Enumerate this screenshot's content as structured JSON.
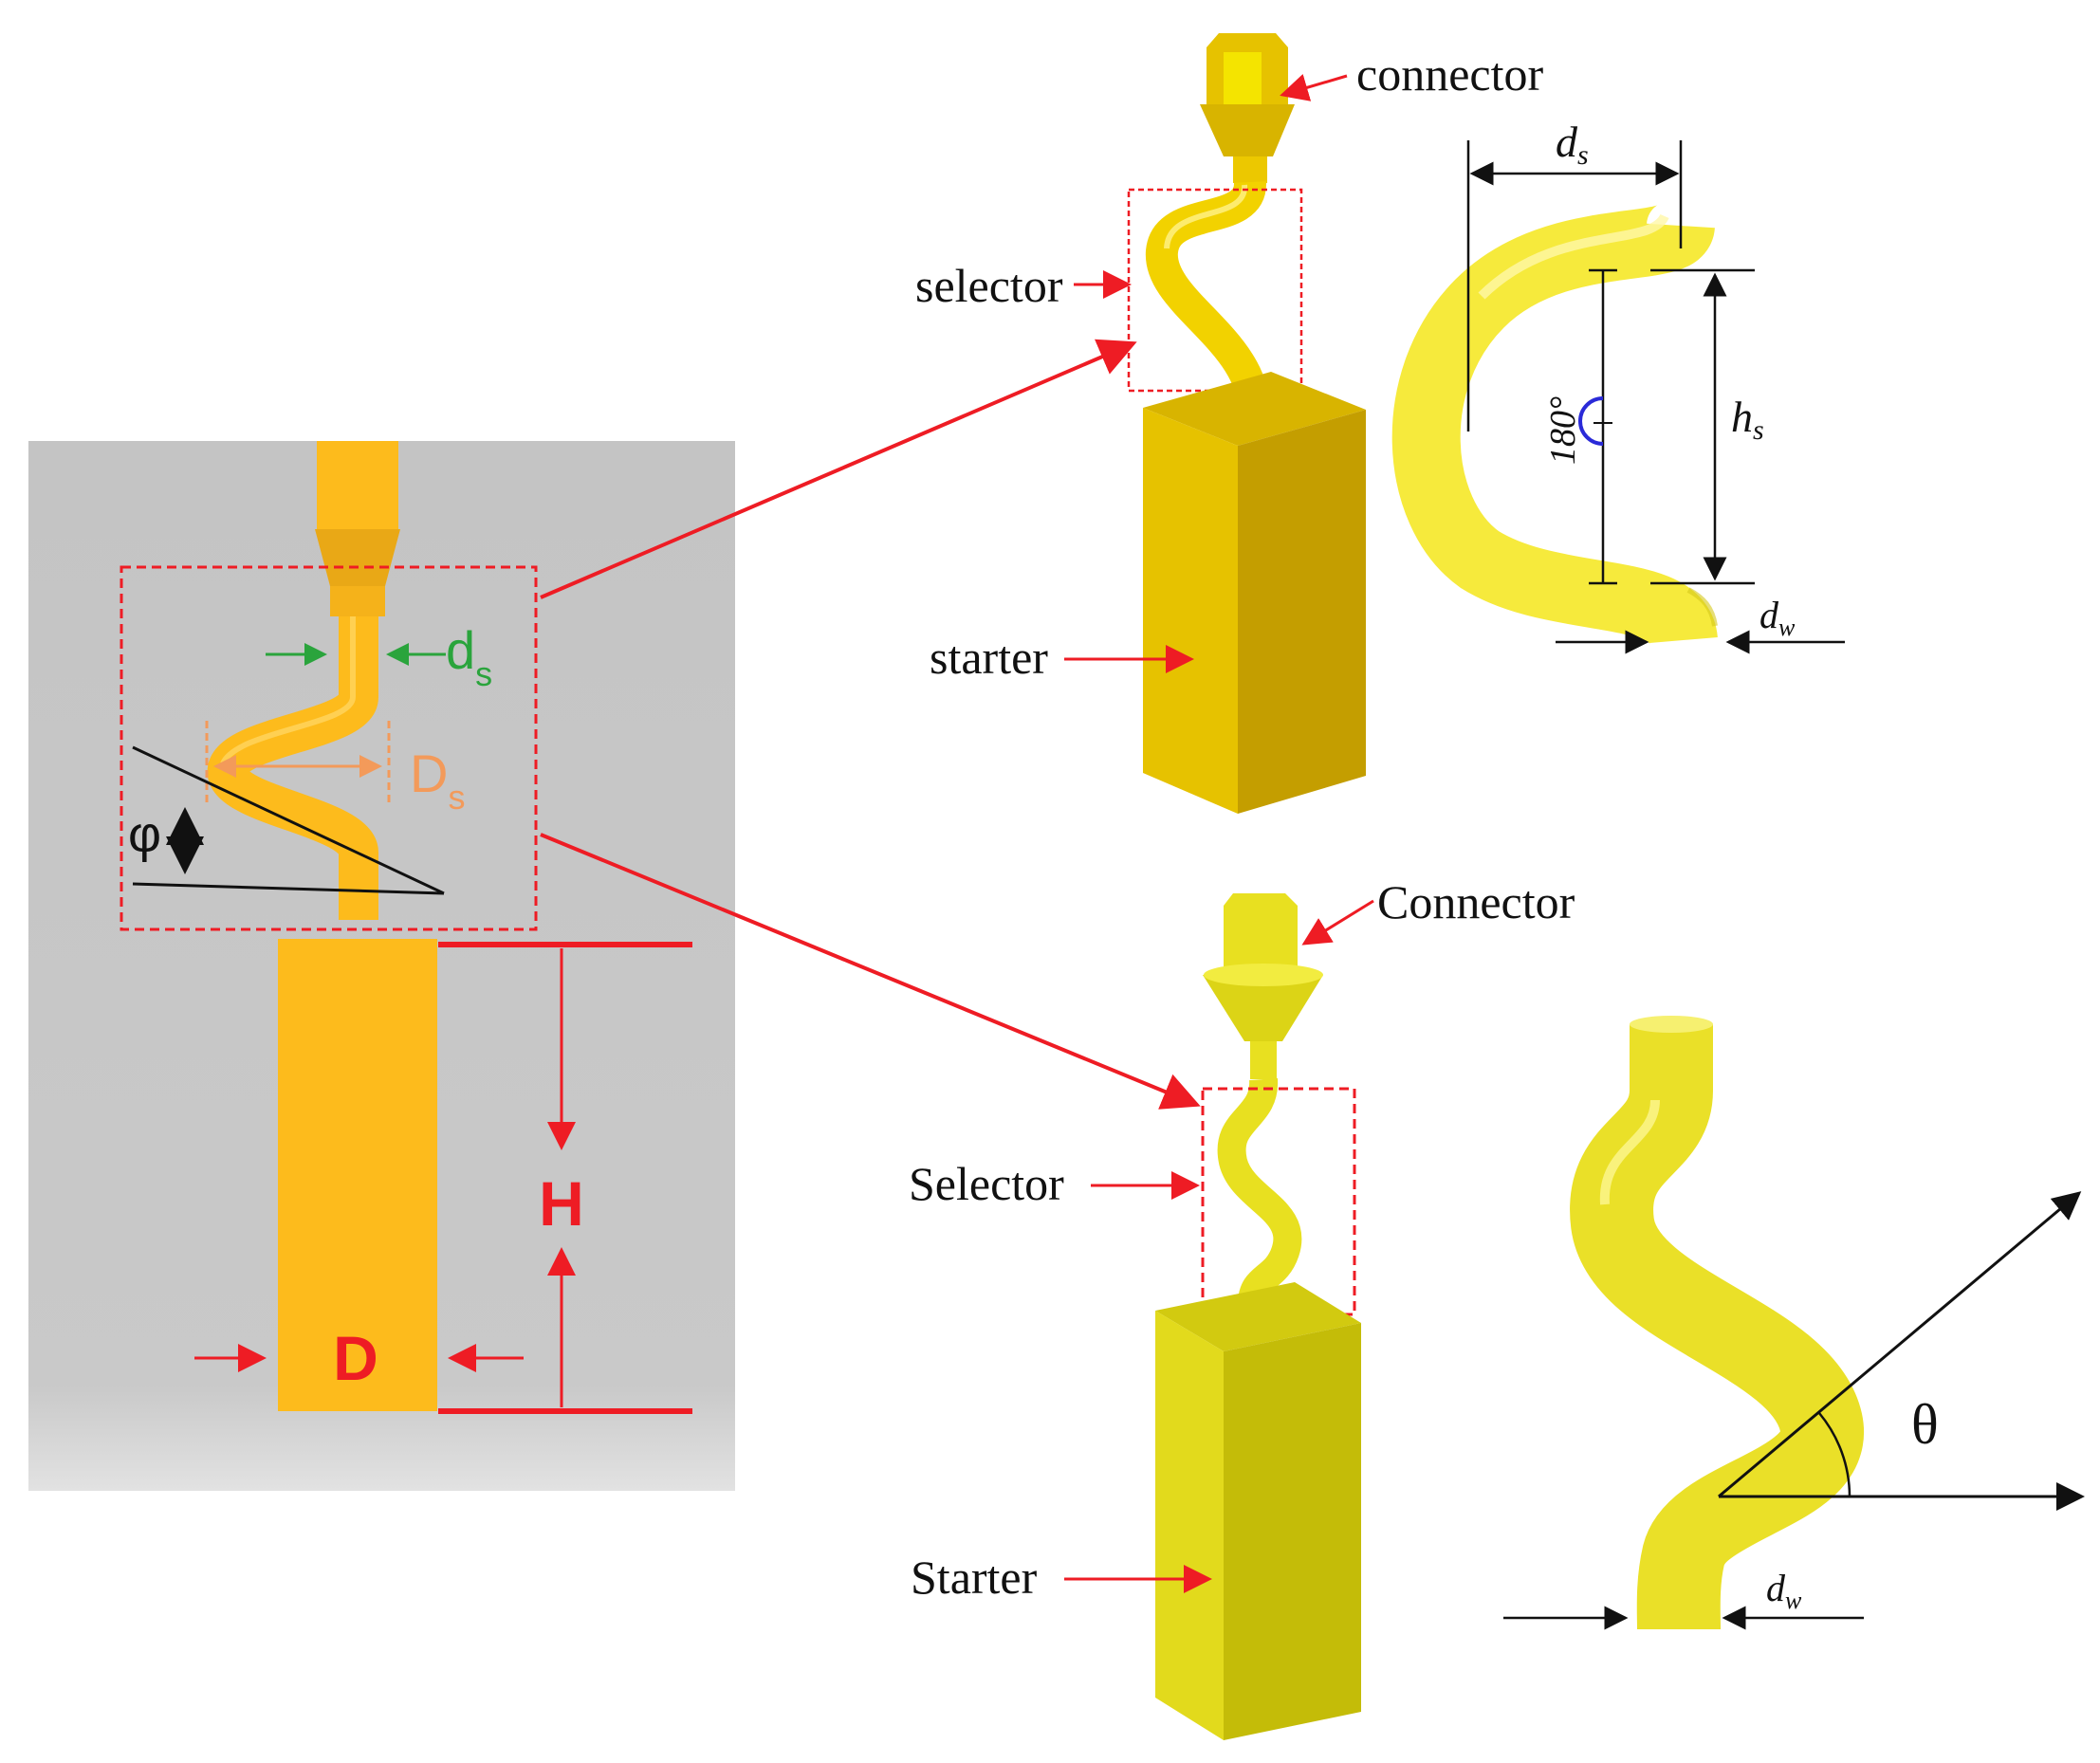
{
  "labels": {
    "left_ds": "d",
    "left_ds_sub": "s",
    "left_Ds": "D",
    "left_Ds_sub": "s",
    "phi": "φ",
    "H": "H",
    "D": "D",
    "top_connector": "connector",
    "top_selector": "selector",
    "top_starter": "starter",
    "ds": "d",
    "ds_sub": "s",
    "hs": "h",
    "hs_sub": "s",
    "angle180": "180°",
    "dw_top": "d",
    "dw_top_sub": "w",
    "bottom_connector": "Connector",
    "bottom_selector": "Selector",
    "bottom_starter": "Starter",
    "theta": "θ",
    "dw_bottom": "d",
    "dw_bottom_sub": "w"
  },
  "colors": {
    "panel_gray": "#c6c6c6",
    "orange": "#fdbb1c",
    "orange_dark": "#e0a010",
    "gold": "#e6c200",
    "gold_dark": "#b99600",
    "yellow": "#f4ec2a",
    "yellow_dark": "#c8c000",
    "red": "#ee1c24",
    "green": "#2aa43c",
    "salmon": "#f39a5a",
    "blue": "#2a2ad8"
  }
}
